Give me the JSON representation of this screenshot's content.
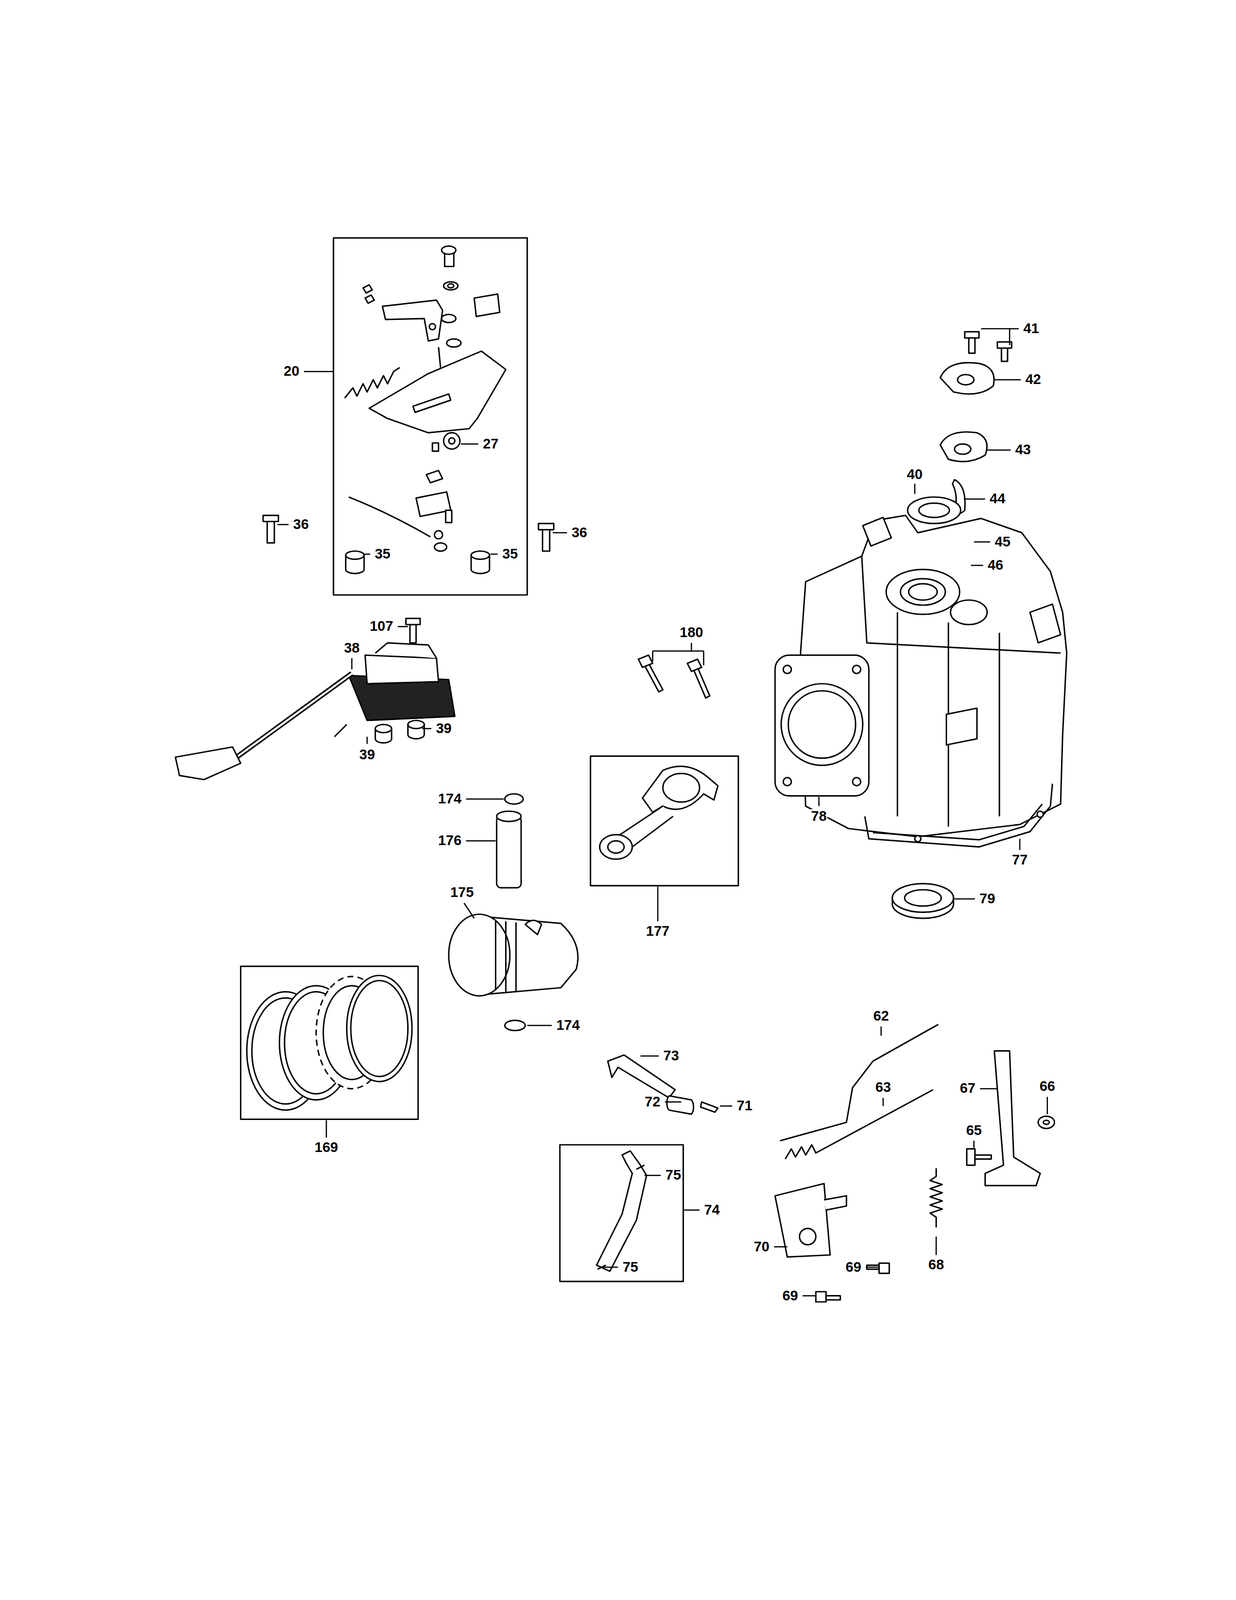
{
  "diagram": {
    "labels": [
      "41",
      "20",
      "42",
      "43",
      "27",
      "40",
      "44",
      "36",
      "36",
      "45",
      "46",
      "35",
      "35",
      "180",
      "107",
      "38",
      "39",
      "39",
      "174",
      "176",
      "78",
      "77",
      "175",
      "79",
      "177",
      "174",
      "62",
      "73",
      "66",
      "67",
      "63",
      "72",
      "71",
      "65",
      "75",
      "74",
      "169",
      "70",
      "75",
      "69",
      "68",
      "69"
    ]
  }
}
